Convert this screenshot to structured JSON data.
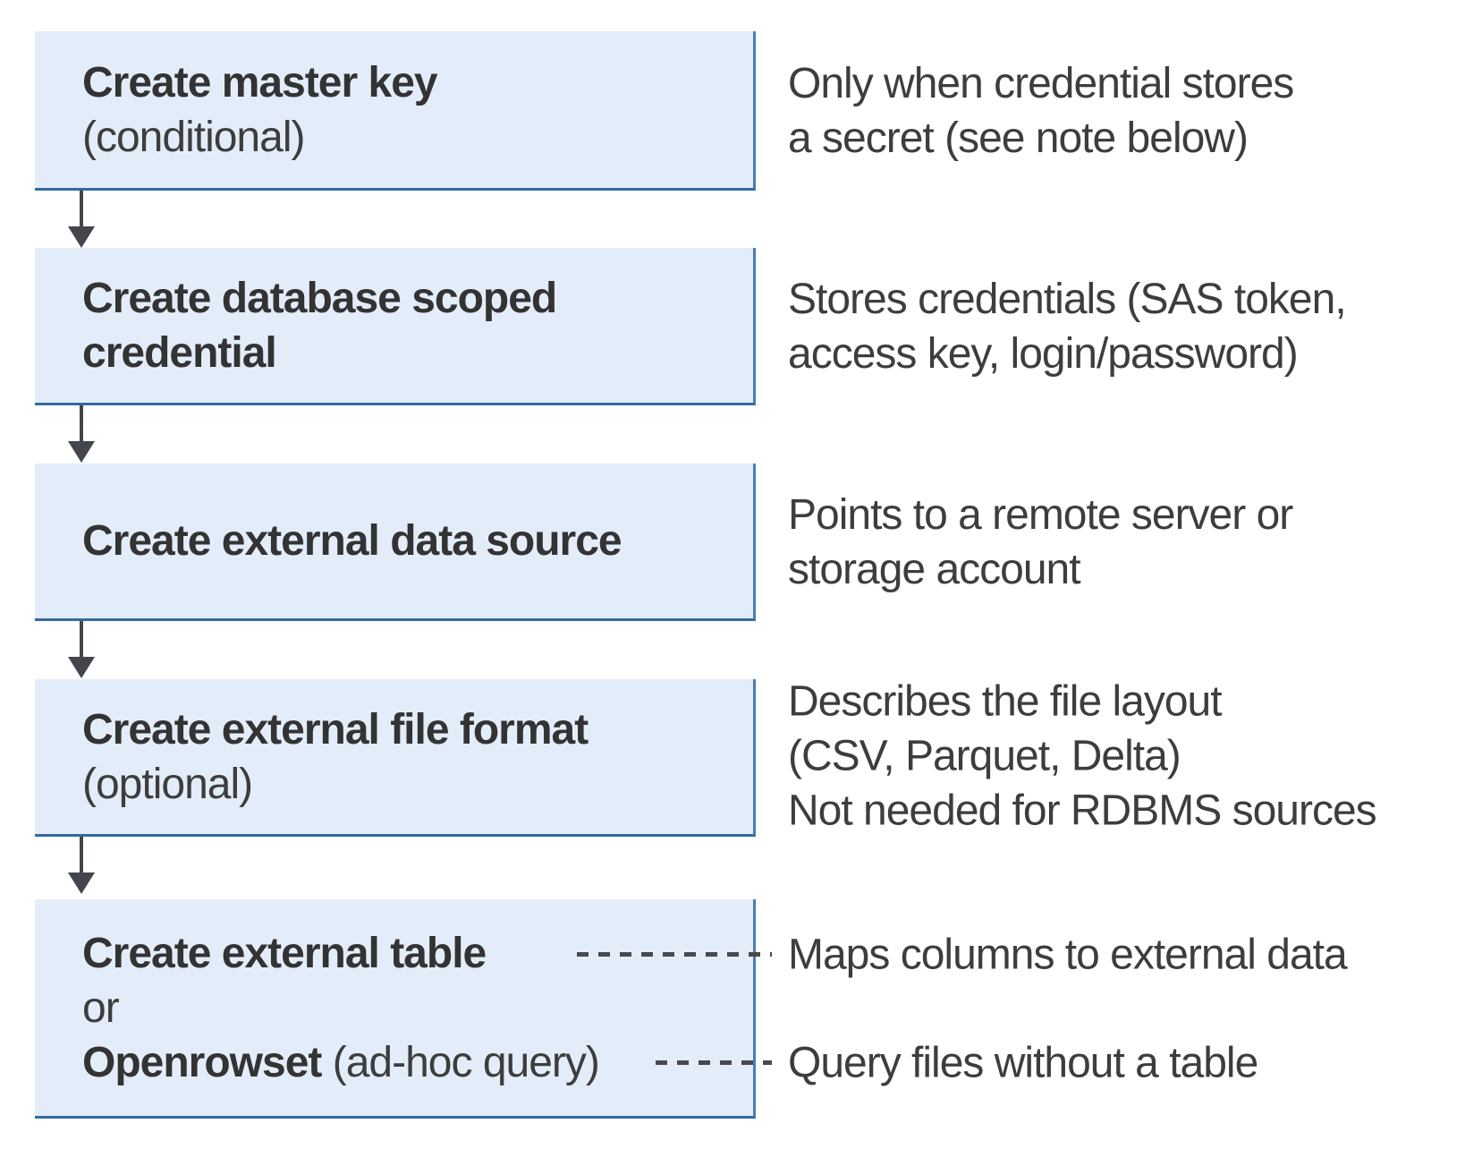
{
  "diagram": {
    "steps": [
      {
        "title": "Create master key",
        "subtitle": "(conditional)",
        "note": "Only when credential stores\na secret (see note below)"
      },
      {
        "title": "Create database scoped credential",
        "note": "Stores credentials (SAS token,\naccess key, login/password)"
      },
      {
        "title": "Create external data source",
        "note": "Points to a remote server or\nstorage account"
      },
      {
        "title": "Create external file format",
        "subtitle": "(optional)",
        "note": "Describes the file layout\n(CSV, Parquet, Delta)\nNot needed for RDBMS sources"
      },
      {
        "option_table": "Create external table",
        "conjunction": "or",
        "option_openrowset": "Openrowset",
        "openrowset_suffix": " (ad-hoc query)",
        "note_table": "Maps columns to external data",
        "note_openrowset": "Query files without a table"
      }
    ],
    "colors": {
      "box_fill": "#e3edfa",
      "box_border_right": "#4a7db3",
      "box_border_bottom": "#35699f",
      "text": "#3d3d3d",
      "arrow": "#43464c"
    }
  }
}
